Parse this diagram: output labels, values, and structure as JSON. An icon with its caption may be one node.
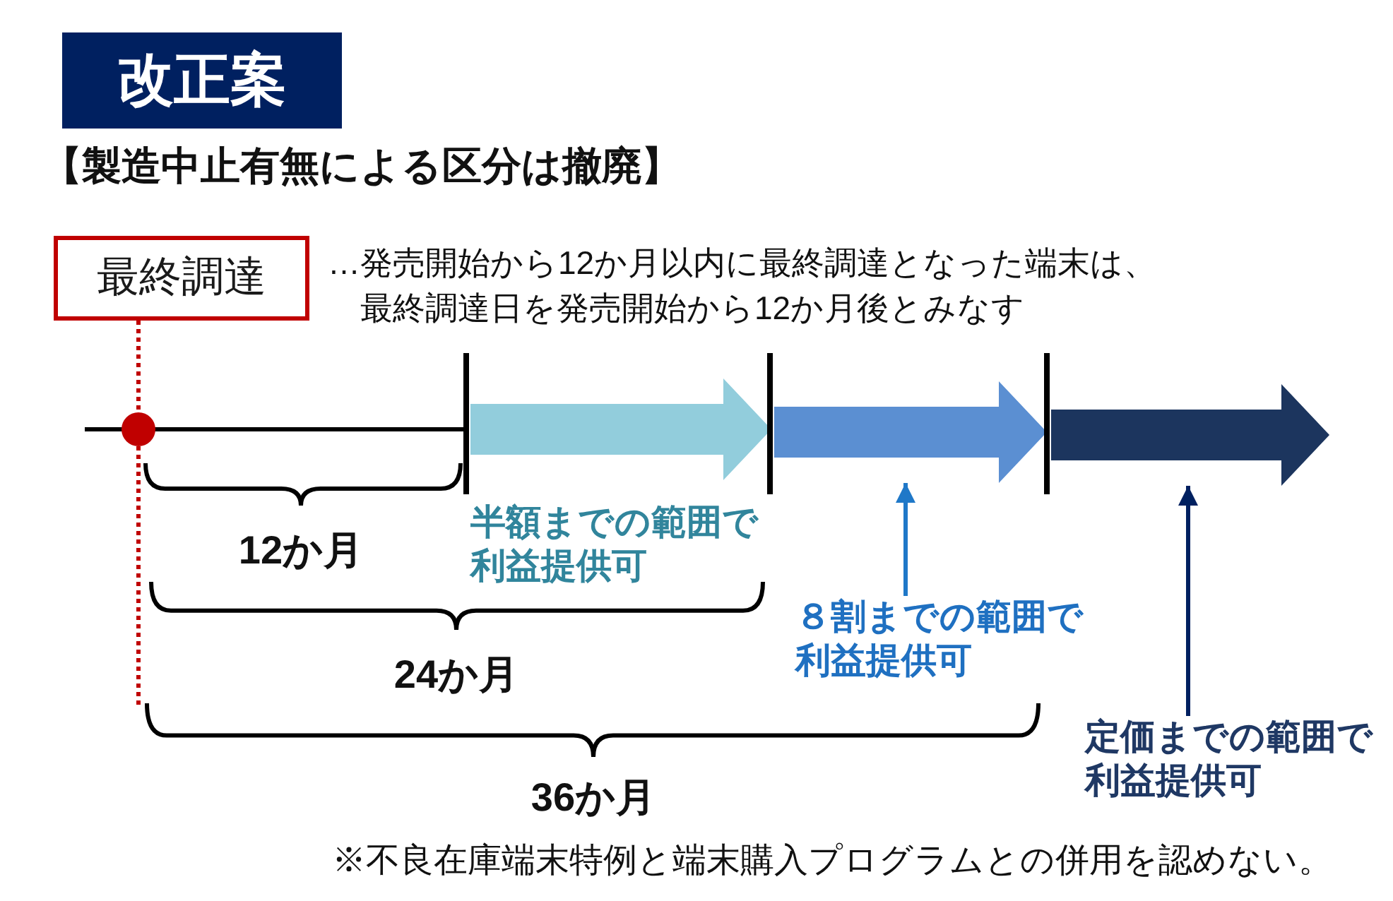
{
  "diagram": {
    "title": "改正案",
    "nodes": [
      {
        "text": [
          "最終調達"
        ],
        "beside": [
          "…発売開始から12か月以内に最終調達となった端末は、最終調達日を発売開始から12か月後とみなす"
        ]
      },
      {
        "text": [],
        "shape": "circle"
      },
      {
        "text": [],
        "shape": "arrow"
      },
      {
        "text": [],
        "shape": "arrow"
      },
      {
        "text": [],
        "shape": "arrow"
      },
      {
        "text": [
          "８割までの範囲で利益提供可"
        ]
      },
      {
        "text": [
          "定価までの範囲で利益提供可"
        ]
      }
    ],
    "edges": [
      {
        "from": 0,
        "to": 1,
        "arrow": "none",
        "style": "dashed",
        "color": "#c00000"
      },
      {
        "from": 5,
        "to": 3,
        "arrow": "to",
        "color": "#1f78c8"
      },
      {
        "from": 6,
        "to": 4,
        "arrow": "to",
        "color": "#002060"
      }
    ],
    "labels": [
      "【製造中止有無による区分は撤廃】",
      "半額までの範囲で利益提供可",
      "12か月",
      "24か月",
      "36か月",
      "※不良在庫端末特例と端末購入プログラムとの併用を認めない。"
    ]
  }
}
